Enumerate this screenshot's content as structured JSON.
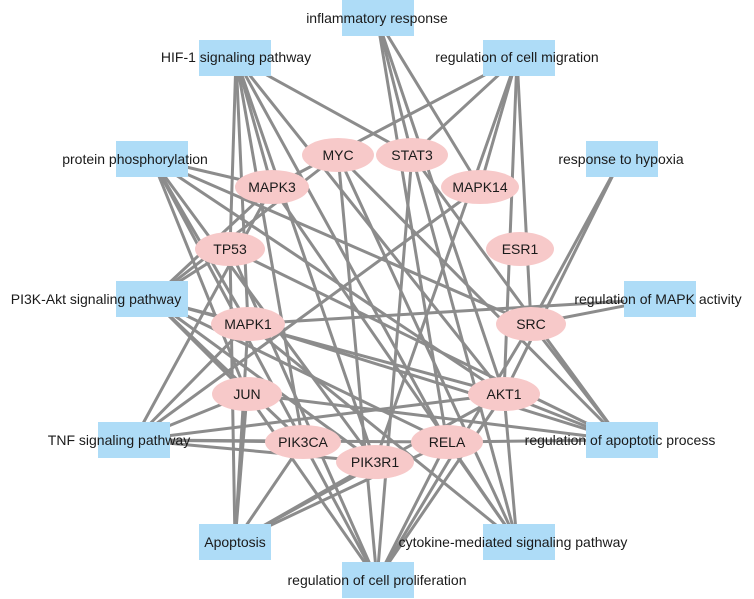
{
  "colors": {
    "pathway_fill": "#aedcf7",
    "gene_fill": "#f7c9c9",
    "edge": "#8c8c8c",
    "text": "#1a1a1a"
  },
  "pathways": [
    {
      "id": "inflam",
      "label": "inflammatory response"
    },
    {
      "id": "hif1",
      "label": "HIF-1 signaling pathway"
    },
    {
      "id": "migr",
      "label": "regulation of cell migration"
    },
    {
      "id": "phos",
      "label": "protein phosphorylation"
    },
    {
      "id": "hypox",
      "label": "response to hypoxia"
    },
    {
      "id": "pi3k",
      "label": "PI3K-Akt signaling pathway"
    },
    {
      "id": "mapkact",
      "label": "regulation of MAPK activity"
    },
    {
      "id": "tnf",
      "label": "TNF signaling pathway"
    },
    {
      "id": "apopproc",
      "label": "regulation of apoptotic process"
    },
    {
      "id": "apoptosis",
      "label": "Apoptosis"
    },
    {
      "id": "cytok",
      "label": "cytokine-mediated signaling pathway"
    },
    {
      "id": "prolif",
      "label": "regulation of cell proliferation"
    }
  ],
  "genes": [
    {
      "id": "MYC",
      "label": "MYC"
    },
    {
      "id": "STAT3",
      "label": "STAT3"
    },
    {
      "id": "MAPK3",
      "label": "MAPK3"
    },
    {
      "id": "MAPK14",
      "label": "MAPK14"
    },
    {
      "id": "TP53",
      "label": "TP53"
    },
    {
      "id": "ESR1",
      "label": "ESR1"
    },
    {
      "id": "MAPK1",
      "label": "MAPK1"
    },
    {
      "id": "SRC",
      "label": "SRC"
    },
    {
      "id": "AKT1",
      "label": "AKT1"
    },
    {
      "id": "JUN",
      "label": "JUN"
    },
    {
      "id": "PIK3CA",
      "label": "PIK3CA"
    },
    {
      "id": "RELA",
      "label": "RELA"
    },
    {
      "id": "PIK3R1",
      "label": "PIK3R1"
    }
  ],
  "edges": [
    [
      "inflam",
      "STAT3"
    ],
    [
      "inflam",
      "MAPK14"
    ],
    [
      "inflam",
      "AKT1"
    ],
    [
      "inflam",
      "RELA"
    ],
    [
      "hif1",
      "STAT3"
    ],
    [
      "hif1",
      "MAPK3"
    ],
    [
      "hif1",
      "TP53"
    ],
    [
      "hif1",
      "MAPK1"
    ],
    [
      "hif1",
      "AKT1"
    ],
    [
      "hif1",
      "RELA"
    ],
    [
      "hif1",
      "PIK3CA"
    ],
    [
      "hif1",
      "PIK3R1"
    ],
    [
      "migr",
      "STAT3"
    ],
    [
      "migr",
      "MAPK3"
    ],
    [
      "migr",
      "MAPK14"
    ],
    [
      "migr",
      "AKT1"
    ],
    [
      "migr",
      "SRC"
    ],
    [
      "migr",
      "PIK3R1"
    ],
    [
      "phos",
      "MAPK3"
    ],
    [
      "phos",
      "MAPK1"
    ],
    [
      "phos",
      "AKT1"
    ],
    [
      "phos",
      "SRC"
    ],
    [
      "phos",
      "JUN"
    ],
    [
      "phos",
      "PIK3CA"
    ],
    [
      "phos",
      "PIK3R1"
    ],
    [
      "hypox",
      "SRC"
    ],
    [
      "hypox",
      "AKT1"
    ],
    [
      "pi3k",
      "MYC"
    ],
    [
      "pi3k",
      "MAPK3"
    ],
    [
      "pi3k",
      "TP53"
    ],
    [
      "pi3k",
      "MAPK1"
    ],
    [
      "pi3k",
      "AKT1"
    ],
    [
      "pi3k",
      "RELA"
    ],
    [
      "pi3k",
      "PIK3CA"
    ],
    [
      "pi3k",
      "PIK3R1"
    ],
    [
      "pi3k",
      "JUN"
    ],
    [
      "mapkact",
      "SRC"
    ],
    [
      "mapkact",
      "MAPK1"
    ],
    [
      "tnf",
      "MAPK3"
    ],
    [
      "tnf",
      "MAPK14"
    ],
    [
      "tnf",
      "MAPK1"
    ],
    [
      "tnf",
      "JUN"
    ],
    [
      "tnf",
      "AKT1"
    ],
    [
      "tnf",
      "RELA"
    ],
    [
      "tnf",
      "PIK3CA"
    ],
    [
      "tnf",
      "PIK3R1"
    ],
    [
      "apopproc",
      "MYC"
    ],
    [
      "apopproc",
      "STAT3"
    ],
    [
      "apopproc",
      "TP53"
    ],
    [
      "apopproc",
      "MAPK1"
    ],
    [
      "apopproc",
      "SRC"
    ],
    [
      "apopproc",
      "AKT1"
    ],
    [
      "apopproc",
      "JUN"
    ],
    [
      "apopproc",
      "RELA"
    ],
    [
      "apoptosis",
      "TP53"
    ],
    [
      "apoptosis",
      "JUN"
    ],
    [
      "apoptosis",
      "MAPK1"
    ],
    [
      "apoptosis",
      "AKT1"
    ],
    [
      "apoptosis",
      "RELA"
    ],
    [
      "apoptosis",
      "PIK3CA"
    ],
    [
      "apoptosis",
      "PIK3R1"
    ],
    [
      "cytok",
      "MYC"
    ],
    [
      "cytok",
      "STAT3"
    ],
    [
      "cytok",
      "MAPK1"
    ],
    [
      "cytok",
      "MAPK3"
    ],
    [
      "cytok",
      "AKT1"
    ],
    [
      "cytok",
      "RELA"
    ],
    [
      "prolif",
      "MYC"
    ],
    [
      "prolif",
      "STAT3"
    ],
    [
      "prolif",
      "TP53"
    ],
    [
      "prolif",
      "JUN"
    ],
    [
      "prolif",
      "SRC"
    ],
    [
      "prolif",
      "AKT1"
    ],
    [
      "prolif",
      "RELA"
    ],
    [
      "prolif",
      "PIK3CA"
    ]
  ]
}
